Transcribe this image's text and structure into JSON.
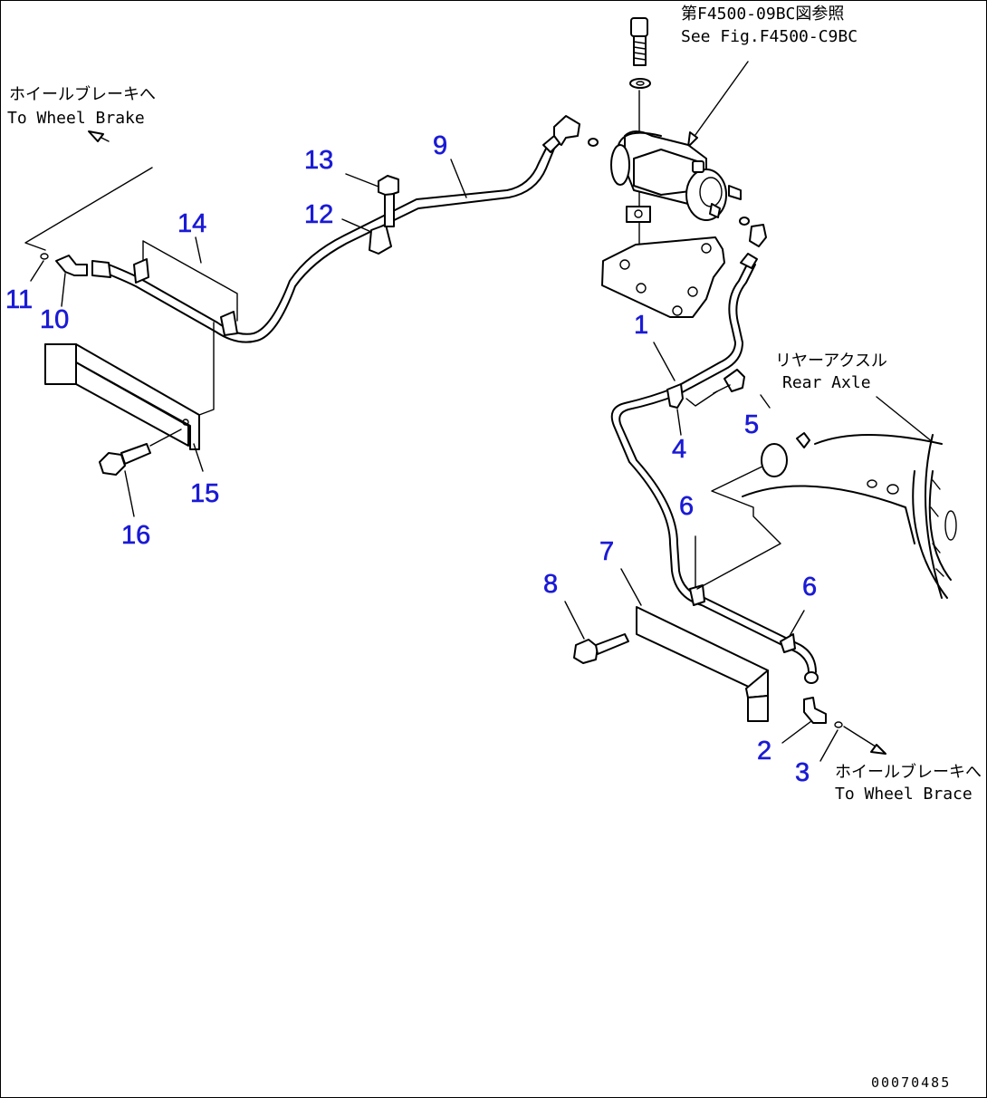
{
  "drawing_number": "00070485",
  "reference_note": {
    "jp": "第F4500-09BC図参照",
    "en": "See Fig.F4500-C9BC"
  },
  "destination_left": {
    "jp": "ホイールブレーキへ",
    "en": "To Wheel Brake"
  },
  "destination_right": {
    "jp": "ホイールブレーキへ",
    "en": "To Wheel Brace"
  },
  "rear_axle_label": {
    "jp": "リヤーアクスル",
    "en": "Rear Axle"
  },
  "callouts": {
    "p1": "1",
    "p2": "2",
    "p3": "3",
    "p4": "4",
    "p5": "5",
    "p6a": "6",
    "p6b": "6",
    "p7": "7",
    "p8": "8",
    "p9": "9",
    "p10": "10",
    "p11": "11",
    "p12": "12",
    "p13": "13",
    "p14": "14",
    "p15": "15",
    "p16": "16"
  },
  "colors": {
    "callout": "#1a1ad6",
    "line": "#000000",
    "background": "#ffffff"
  }
}
